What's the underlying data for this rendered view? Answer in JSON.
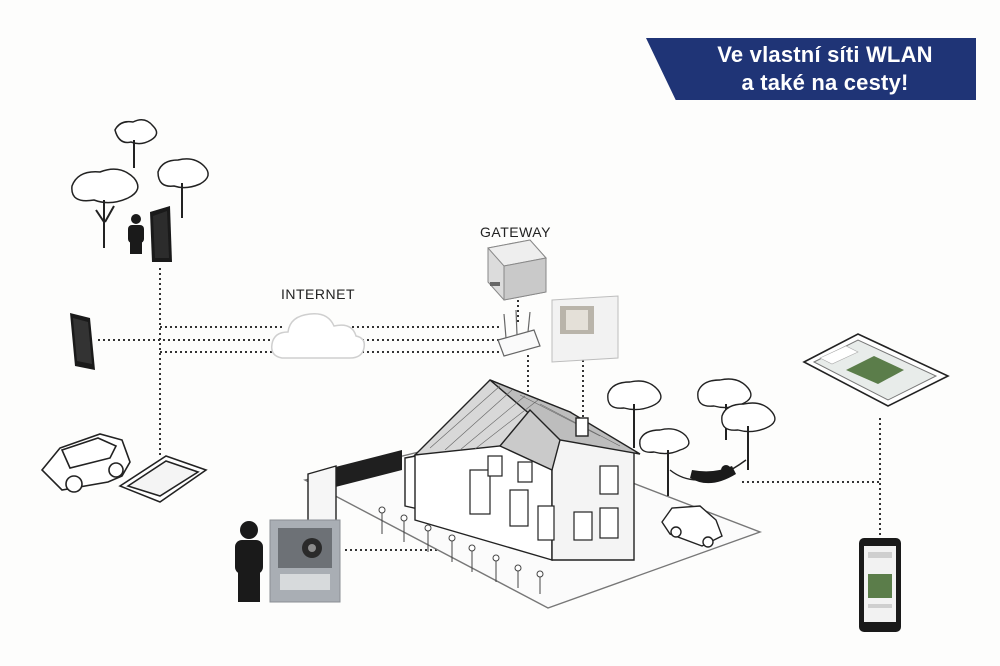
{
  "banner": {
    "line1": "Ve vlastní síti WLAN",
    "line2": "a také na cesty!",
    "color": "#1f3476"
  },
  "labels": {
    "gateway": "GATEWAY",
    "internet": "INTERNET"
  },
  "icons": [
    "tree-icon",
    "person-icon",
    "smartphone-icon",
    "car-icon",
    "tablet-icon",
    "cloud-icon",
    "router-icon",
    "gateway-device-icon",
    "indoor-monitor-icon",
    "house-icon",
    "hammock-icon",
    "door-station-icon"
  ],
  "colors": {
    "line": "#333333",
    "dark": "#1a1a1a",
    "accent": "#1f3476"
  }
}
